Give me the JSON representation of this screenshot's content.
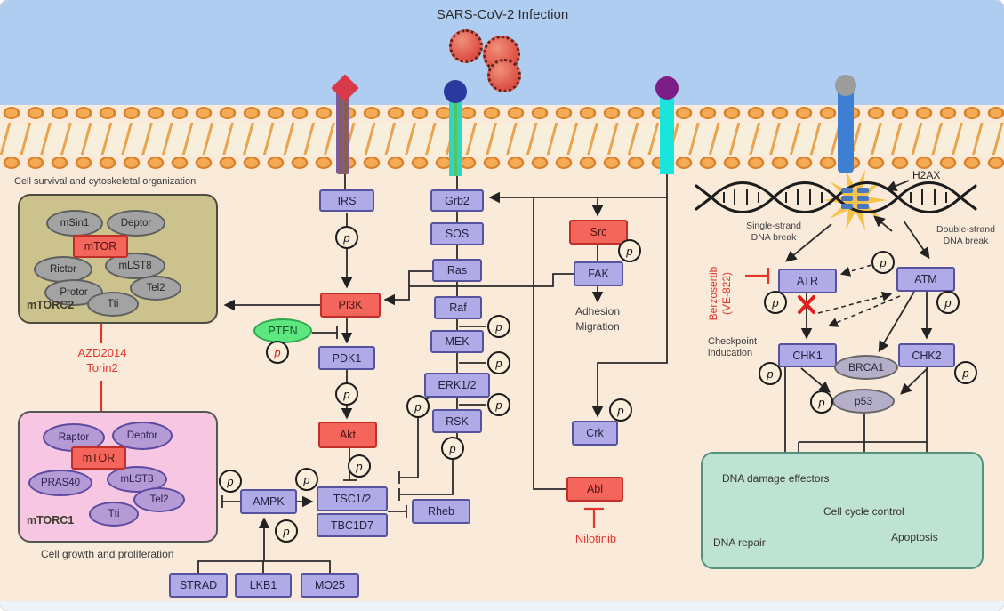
{
  "title": "SARS-CoV-2 Infection",
  "labels": {
    "p": "p",
    "h2ax": "H2AX",
    "adhesion1": "Adhesion",
    "adhesion2": "Migration",
    "ssb1": "Single-strand",
    "ssb2": "DNA break",
    "dsb1": "Double-strand",
    "dsb2": "DNA break",
    "checkpoint1": "Checkpoint",
    "checkpoint2": "inducation"
  },
  "inhibitors": {
    "azd1": "AZD2014",
    "azd2": "Torin2",
    "nilotinib": "Nilotinib",
    "berzo1": "Berzosertib",
    "berzo2": "(VE-822)"
  },
  "mtorc2": {
    "caption": "Cell survival and cytoskeletal organization",
    "label": "mTORC2",
    "members": {
      "msin1": "mSin1",
      "deptor": "Deptor",
      "mtor": "mTOR",
      "rictor": "Rictor",
      "mlst8": "mLST8",
      "protor": "Protor",
      "tel2": "Tel2",
      "tti": "Tti"
    }
  },
  "mtorc1": {
    "caption": "Cell growth and proliferation",
    "label": "mTORC1",
    "members": {
      "raptor": "Raptor",
      "deptor": "Deptor",
      "mtor": "mTOR",
      "pras40": "PRAS40",
      "mlst8": "mLST8",
      "tel2": "Tel2",
      "tti": "Tti"
    }
  },
  "nodes": {
    "irs": "IRS",
    "pi3k": "PI3K",
    "pten": "PTEN",
    "pdk1": "PDK1",
    "akt": "Akt",
    "grb2": "Grb2",
    "sos": "SOS",
    "ras": "Ras",
    "raf": "Raf",
    "mek": "MEK",
    "erk12": "ERK1/2",
    "rsk": "RSK",
    "src": "Src",
    "fak": "FAK",
    "crk": "Crk",
    "abl": "Abl",
    "ampk": "AMPK",
    "tsc12": "TSC1/2",
    "tbc1d7": "TBC1D7",
    "rheb": "Rheb",
    "strad": "STRAD",
    "lkb1": "LKB1",
    "mo25": "MO25",
    "atr": "ATR",
    "atm": "ATM",
    "chk1": "CHK1",
    "chk2": "CHK2",
    "brca1": "BRCA1",
    "p53": "p53"
  },
  "outcomes": {
    "effectors": "DNA damage effectors",
    "cellcycle": "Cell cycle control",
    "repair": "DNA repair",
    "apoptosis": "Apoptosis"
  },
  "colors": {
    "sky": "#afcdf0",
    "cytoplasm": "#faeada",
    "membrane_head": "#f5ab55",
    "node_purple": "#b0aae6",
    "node_red": "#f4655c",
    "pten_green": "#5ce87e",
    "mtorc2_box": "#cbc28e",
    "mtorc1_box": "#f7c6e3",
    "outcome_box": "#bfe3d3",
    "inhibitor_red": "#e2362b",
    "dna_blue": "#4a77c0",
    "star_gold": "#f4c143"
  }
}
